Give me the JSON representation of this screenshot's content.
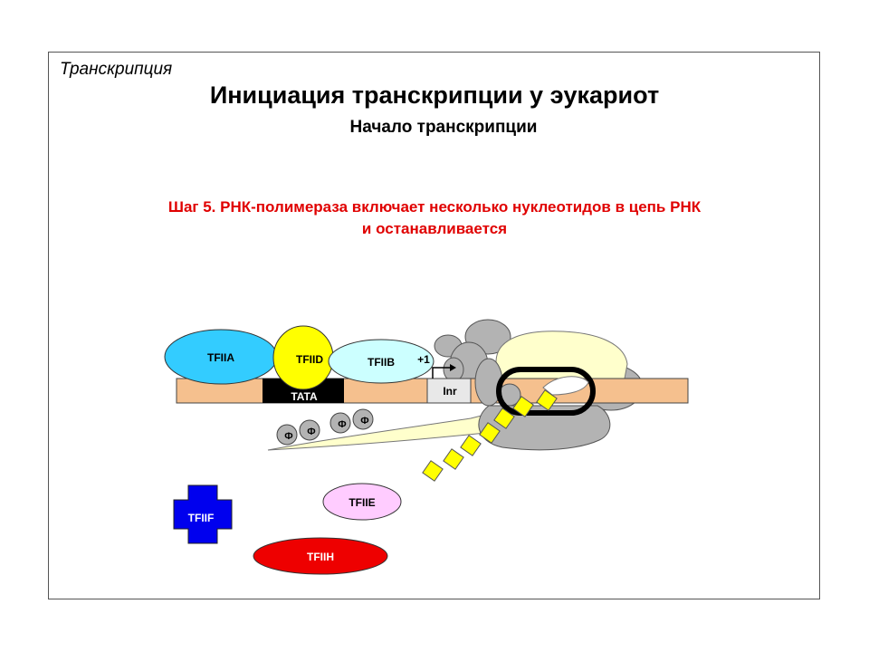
{
  "header": {
    "section": "Транскрипция",
    "title": "Инициация транскрипции у эукариот",
    "subtitle": "Начало транскрипции"
  },
  "step": {
    "line1": "Шаг 5. РНК-полимераза включает несколько нуклеотидов в цепь РНК",
    "line2": "и останавливается"
  },
  "factors": {
    "tfiia": "TFIIA",
    "tfiid": "TFIID",
    "tfiib": "TFIIB",
    "tfiie": "TFIIE",
    "tfiif": "TFIIF",
    "tfiih": "TFIIH"
  },
  "dna": {
    "tata": "TATA",
    "inr": "Inr",
    "start": "+1"
  },
  "phosphate": "Ф",
  "colors": {
    "dna": "#f5c08e",
    "tfiia": "#33ccff",
    "tfiid": "#ffff00",
    "tfiib": "#ccffff",
    "tfiie": "#ffccff",
    "tfiif": "#0000ee",
    "tfiih": "#ee0000",
    "polymerase": "#b3b3b3",
    "ctd_tail": "#ffffcc",
    "nucleotide": "#ffff00",
    "step_text": "#e00000"
  }
}
